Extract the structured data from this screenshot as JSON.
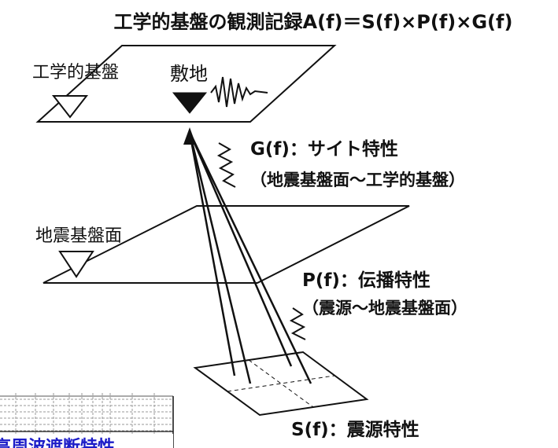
{
  "title": "工学的基盤の観測記録A(f)＝S(f)×P(f)×G(f)",
  "planes": {
    "engineering_bedrock": "工学的基盤",
    "site": "敷地",
    "seismic_bedrock": "地震基盤面"
  },
  "site_effect": {
    "label": "G(f)：サイト特性",
    "range": "（地震基盤面〜工学的基盤）"
  },
  "path_effect": {
    "label": "P(f)：伝播特性",
    "range": "（震源〜地震基盤面）"
  },
  "source_effect": {
    "label": "S(f)：震源特性"
  },
  "inset": {
    "caption": "高周波遮断特性"
  },
  "colors": {
    "ink": "#111111",
    "inset_caption": "#1c1cc8"
  }
}
